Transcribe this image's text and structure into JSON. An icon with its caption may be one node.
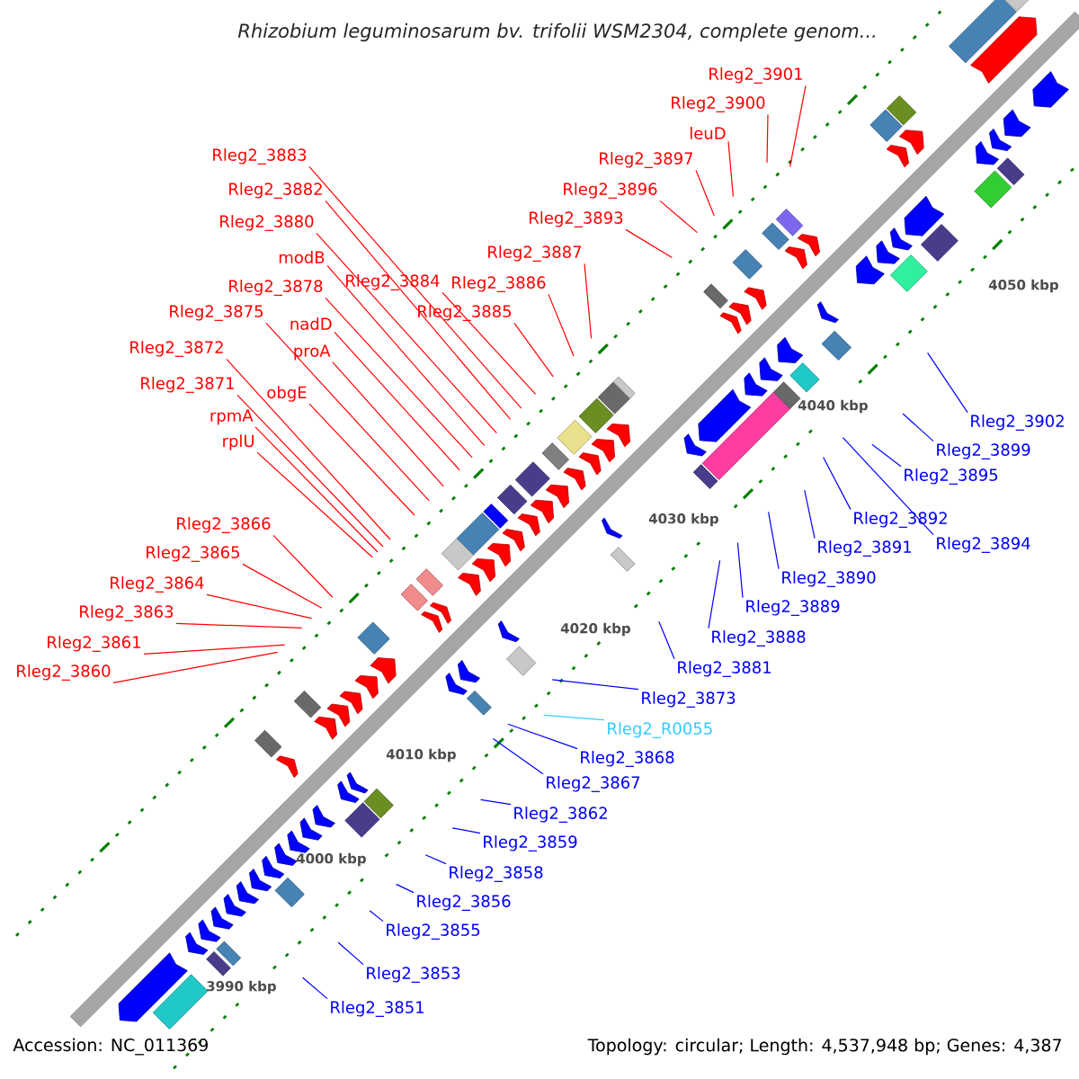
{
  "diagram": {
    "title": "Rhizobium leguminosarum bv. trifolii WSM2304, complete genom...",
    "nodes": [
      {
        "text": [
          "Rleg2_3901"
        ]
      },
      {
        "text": [
          "Rleg2_3900"
        ]
      },
      {
        "text": [
          "leuD"
        ]
      },
      {
        "text": [
          "Rleg2_3897"
        ]
      },
      {
        "text": [
          "Rleg2_3896"
        ]
      },
      {
        "text": [
          "Rleg2_3893"
        ]
      },
      {
        "text": [
          "Rleg2_3887"
        ]
      },
      {
        "text": [
          "Rleg2_3886"
        ]
      },
      {
        "text": [
          "Rleg2_3885"
        ]
      },
      {
        "text": [
          "Rleg2_3884"
        ]
      },
      {
        "text": [
          "Rleg2_3883"
        ]
      },
      {
        "text": [
          "Rleg2_3882"
        ]
      },
      {
        "text": [
          "Rleg2_3880"
        ]
      },
      {
        "text": [
          "modB"
        ]
      },
      {
        "text": [
          "Rleg2_3878"
        ]
      },
      {
        "text": [
          "nadD"
        ]
      },
      {
        "text": [
          "Rleg2_3875"
        ]
      },
      {
        "text": [
          "proA"
        ]
      },
      {
        "text": [
          "Rleg2_3872"
        ]
      },
      {
        "text": [
          "Rleg2_3871"
        ]
      },
      {
        "text": [
          "obgE"
        ]
      },
      {
        "text": [
          "rpmA"
        ]
      },
      {
        "text": [
          "rplU"
        ]
      },
      {
        "text": [
          "Rleg2_3866"
        ]
      },
      {
        "text": [
          "Rleg2_3865"
        ]
      },
      {
        "text": [
          "Rleg2_3864"
        ]
      },
      {
        "text": [
          "Rleg2_3863"
        ]
      },
      {
        "text": [
          "Rleg2_3861"
        ]
      },
      {
        "text": [
          "Rleg2_3860"
        ]
      },
      {
        "text": [
          "Rleg2_3902"
        ]
      },
      {
        "text": [
          "Rleg2_3899"
        ]
      },
      {
        "text": [
          "Rleg2_3895"
        ]
      },
      {
        "text": [
          "Rleg2_3894"
        ]
      },
      {
        "text": [
          "Rleg2_3892"
        ]
      },
      {
        "text": [
          "Rleg2_3891"
        ]
      },
      {
        "text": [
          "Rleg2_3890"
        ]
      },
      {
        "text": [
          "Rleg2_3889"
        ]
      },
      {
        "text": [
          "Rleg2_3888"
        ]
      },
      {
        "text": [
          "Rleg2_3881"
        ]
      },
      {
        "text": [
          "Rleg2_3873"
        ]
      },
      {
        "text": [
          "Rleg2_R0055"
        ]
      },
      {
        "text": [
          "Rleg2_3868"
        ]
      },
      {
        "text": [
          "Rleg2_3867"
        ]
      },
      {
        "text": [
          "Rleg2_3862"
        ]
      },
      {
        "text": [
          "Rleg2_3859"
        ]
      },
      {
        "text": [
          "Rleg2_3858"
        ]
      },
      {
        "text": [
          "Rleg2_3856"
        ]
      },
      {
        "text": [
          "Rleg2_3855"
        ]
      },
      {
        "text": [
          "Rleg2_3853"
        ]
      },
      {
        "text": [
          "Rleg2_3851"
        ]
      }
    ],
    "edges": [
      {
        "from": 0,
        "to": null,
        "arrow": "none"
      },
      {
        "from": 1,
        "to": null,
        "arrow": "none"
      },
      {
        "from": 2,
        "to": null,
        "arrow": "none"
      },
      {
        "from": 3,
        "to": null,
        "arrow": "none"
      },
      {
        "from": 4,
        "to": null,
        "arrow": "none"
      },
      {
        "from": 5,
        "to": null,
        "arrow": "none"
      },
      {
        "from": 6,
        "to": null,
        "arrow": "none"
      },
      {
        "from": 7,
        "to": null,
        "arrow": "none"
      },
      {
        "from": 8,
        "to": null,
        "arrow": "none"
      },
      {
        "from": 9,
        "to": null,
        "arrow": "none"
      },
      {
        "from": 10,
        "to": null,
        "arrow": "none"
      },
      {
        "from": 11,
        "to": null,
        "arrow": "none"
      },
      {
        "from": 12,
        "to": null,
        "arrow": "none"
      },
      {
        "from": 13,
        "to": null,
        "arrow": "none"
      },
      {
        "from": 14,
        "to": null,
        "arrow": "none"
      },
      {
        "from": 15,
        "to": null,
        "arrow": "none"
      },
      {
        "from": 16,
        "to": null,
        "arrow": "none"
      },
      {
        "from": 17,
        "to": null,
        "arrow": "none"
      },
      {
        "from": 18,
        "to": null,
        "arrow": "none"
      },
      {
        "from": 19,
        "to": null,
        "arrow": "none"
      },
      {
        "from": 20,
        "to": null,
        "arrow": "none"
      },
      {
        "from": 21,
        "to": null,
        "arrow": "none"
      },
      {
        "from": 22,
        "to": null,
        "arrow": "none"
      },
      {
        "from": 23,
        "to": null,
        "arrow": "none"
      },
      {
        "from": 24,
        "to": null,
        "arrow": "none"
      },
      {
        "from": 25,
        "to": null,
        "arrow": "none"
      },
      {
        "from": 26,
        "to": null,
        "arrow": "none"
      },
      {
        "from": 27,
        "to": null,
        "arrow": "none"
      },
      {
        "from": 28,
        "to": null,
        "arrow": "none"
      },
      {
        "from": 29,
        "to": null,
        "arrow": "none",
        "color": "#0000ff"
      },
      {
        "from": 30,
        "to": null,
        "arrow": "none",
        "color": "#0000ff"
      },
      {
        "from": 31,
        "to": null,
        "arrow": "none",
        "color": "#0000ff"
      },
      {
        "from": 32,
        "to": null,
        "arrow": "none",
        "color": "#0000ff"
      },
      {
        "from": 33,
        "to": null,
        "arrow": "none",
        "color": "#0000ff"
      },
      {
        "from": 34,
        "to": null,
        "arrow": "none",
        "color": "#0000ff"
      },
      {
        "from": 35,
        "to": null,
        "arrow": "none",
        "color": "#0000ff"
      },
      {
        "from": 36,
        "to": null,
        "arrow": "none",
        "color": "#0000ff"
      },
      {
        "from": 37,
        "to": null,
        "arrow": "none",
        "color": "#0000ff"
      },
      {
        "from": 38,
        "to": null,
        "arrow": "none",
        "color": "#0000ff"
      },
      {
        "from": 39,
        "to": null,
        "arrow": "none",
        "color": "#0000ff"
      },
      {
        "from": 40,
        "to": null,
        "arrow": "none",
        "color": "#33ccff"
      },
      {
        "from": 41,
        "to": null,
        "arrow": "none",
        "color": "#0000ff"
      },
      {
        "from": 42,
        "to": null,
        "arrow": "none",
        "color": "#0000ff"
      },
      {
        "from": 43,
        "to": null,
        "arrow": "none",
        "color": "#0000ff"
      },
      {
        "from": 44,
        "to": null,
        "arrow": "none",
        "color": "#0000ff"
      },
      {
        "from": 45,
        "to": null,
        "arrow": "none",
        "color": "#0000ff"
      },
      {
        "from": 46,
        "to": null,
        "arrow": "none",
        "color": "#0000ff"
      },
      {
        "from": 47,
        "to": null,
        "arrow": "none",
        "color": "#0000ff"
      },
      {
        "from": 48,
        "to": null,
        "arrow": "none",
        "color": "#0000ff"
      },
      {
        "from": 49,
        "to": null,
        "arrow": "none",
        "color": "#0000ff"
      }
    ],
    "labels": [
      "4050 kbp",
      "4040 kbp",
      "4030 kbp",
      "4020 kbp",
      "4010 kbp",
      "4000 kbp",
      "3990 kbp",
      "Accession: NC_011369",
      "Topology: circular; Length: 4,537,948 bp; Genes: 4,387"
    ]
  }
}
